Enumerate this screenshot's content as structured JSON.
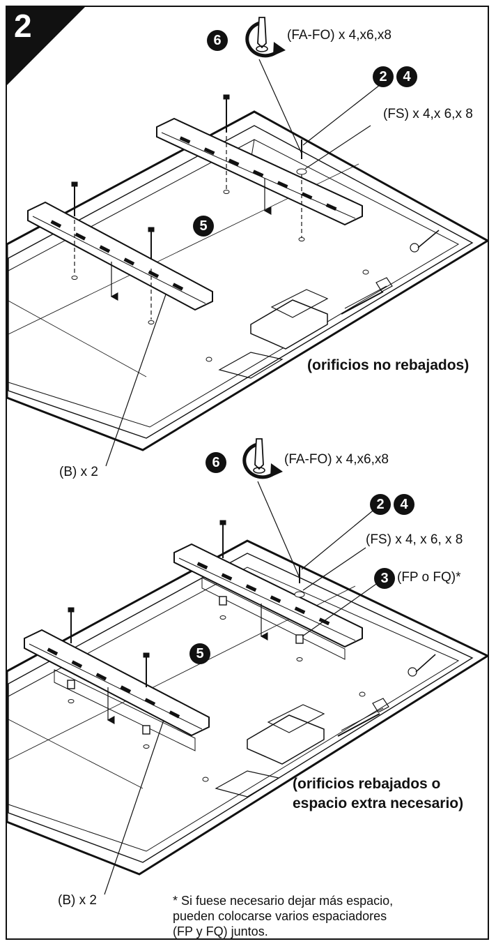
{
  "step": {
    "number": "2"
  },
  "top": {
    "rotate_step": "6",
    "fafo_label": "(FA-FO) x 4,x6,x8",
    "steps_a": "2",
    "steps_b": "4",
    "fs_label": "(FS) x 4,x 6,x 8",
    "center_step": "5",
    "caption": "(orificios no rebajados)"
  },
  "middle": {
    "b_label": "(B) x 2"
  },
  "bottom": {
    "rotate_step": "6",
    "fafo_label": "(FA-FO) x 4,x6,x8",
    "steps_a": "2",
    "steps_b": "4",
    "fs_label": "(FS) x 4, x 6, x 8",
    "fp_step": "3",
    "fp_label": "(FP o FQ)*",
    "center_step": "5",
    "caption_line1": "(orificios rebajados o",
    "caption_line2": "espacio extra necesario)",
    "b_label": "(B) x 2",
    "note_line1": "* Si fuese necesario dejar más espacio,",
    "note_line2": "pueden colocarse varios espaciadores",
    "note_line3": "(FP y FQ) juntos."
  }
}
